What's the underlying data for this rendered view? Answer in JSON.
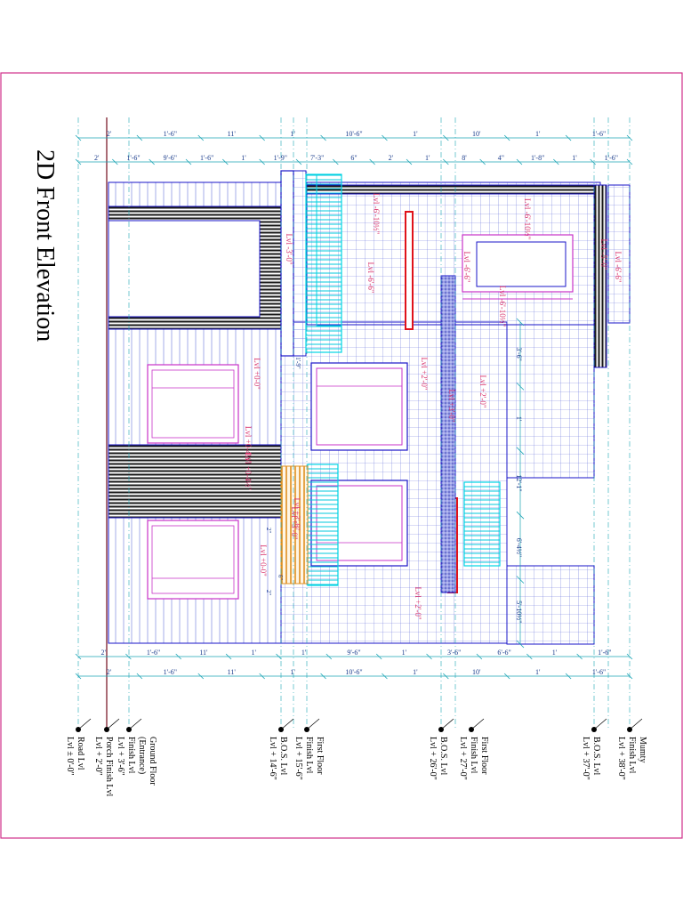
{
  "title": "2D Front Elevation",
  "top_dims_outer": [
    "2'",
    "1'-6\"",
    "11'",
    "1'",
    "10'-6\"",
    "1'",
    "10'",
    "1'",
    "1'-6\""
  ],
  "top_dims_inner": [
    "2'",
    "1'-6\"",
    "9'-6\"",
    "1'-6\"",
    "1'",
    "1'-9\"",
    "7'-3\"",
    "6\"",
    "2'",
    "1'",
    "8'",
    "4\"",
    "1'-8\"",
    "1'",
    "1'-6\""
  ],
  "bottom_dims_inner": [
    "2'",
    "1'-6\"",
    "11'",
    "1'",
    "1'",
    "9'-6\"",
    "1'",
    "3'-6\"",
    "6'-6\"",
    "1'",
    "1'-6\""
  ],
  "bottom_dims_outer": [
    "2'",
    "1'-6\"",
    "11'",
    "1'",
    "10'-6\"",
    "1'",
    "10'",
    "1'",
    "1'-6\""
  ],
  "right_dims": [
    "3'-6\"",
    "1'",
    "12'-1\"",
    "6'-4½\"",
    "5'-10½\""
  ],
  "level_tags": [
    "Lvl -6'-10½\"",
    "Lvl -6'-10½\"",
    "Lvl -6'-10½\"",
    "Lvl -3'-0\"",
    "Lvl -6'-6\"",
    "Lvl -5'-0\"",
    "Lvl -6'-6\"",
    "Lvl -6'-6\"",
    "Lvl +3'-0\"",
    "Lvl +0-4½\"",
    "Lvl +0-0\"",
    "Lvl +2'-0\"",
    "Lvl +3'-0\"",
    "Lvl +2'-0\"",
    "Lvl +0-4½\"",
    "Lvl +3'-0\"",
    "Lvl +0-0\"",
    "Lvl +2'-0\""
  ],
  "small_dims": [
    "1'-9\"",
    "2\"",
    "6\"",
    "2\""
  ],
  "levels": [
    {
      "lines": [
        "Lvl ± 0'-0\"",
        "Road Lvl"
      ]
    },
    {
      "lines": [
        "Lvl + 2'-0\"",
        "Porch Finish Lvl"
      ]
    },
    {
      "lines": [
        "Lvl + 3'-6\"",
        "Finish Lvl",
        "(Entrance)",
        "Ground Floor"
      ]
    },
    {
      "lines": [
        "Lvl + 14'-6\"",
        "B.O.S. Lvl"
      ]
    },
    {
      "lines": [
        "Lvl + 15'-6\"",
        "Finish Lvl",
        "First Floor"
      ]
    },
    {
      "lines": [
        "Lvl + 26'-0\"",
        "B.O.S. Lvl"
      ]
    },
    {
      "lines": [
        "Lvl + 27'-0\"",
        "Finish Lvl",
        "First Floor"
      ]
    },
    {
      "lines": [
        "Lvl + 37'-0\"",
        "B.O.S. Lvl"
      ]
    },
    {
      "lines": [
        "Lvl + 38'-0\"",
        "Finish Lvl",
        "Mumty"
      ]
    }
  ],
  "colors": {
    "border": "#d0308a",
    "outline": "#1a14c8",
    "grid": "#5a66d8",
    "dim": "#1aa4b4",
    "tag": "#d8306a",
    "glass": "#00d4e4",
    "hatch": "#222222",
    "red": "#e0121a",
    "wood": "#f0a020",
    "frame": "#c832c8"
  }
}
